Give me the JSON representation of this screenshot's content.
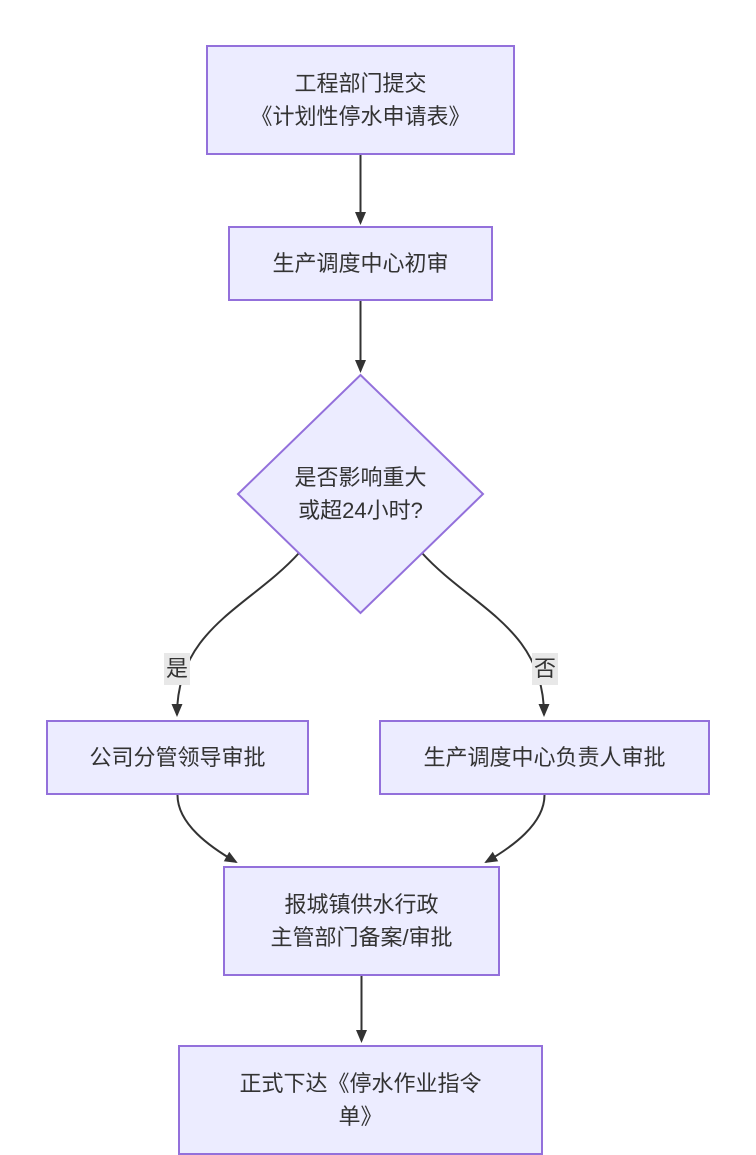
{
  "flowchart": {
    "colors": {
      "node_fill": "#ECECFF",
      "node_border": "#9370DB",
      "edge": "#333333",
      "text": "#333333",
      "label_bg": "#e8e8e8",
      "background": "#ffffff"
    },
    "nodes": {
      "submit": {
        "line1": "工程部门提交",
        "line2": "《计划性停水申请表》"
      },
      "initial_review": {
        "line1": "生产调度中心初审"
      },
      "decision": {
        "line1": "是否影响重大",
        "line2": "或超24小时?"
      },
      "leader_approval": {
        "line1": "公司分管领导审批"
      },
      "center_head_approval": {
        "line1": "生产调度中心负责人审批"
      },
      "report_authority": {
        "line1": "报城镇供水行政",
        "line2": "主管部门备案/审批"
      },
      "issue_order": {
        "line1": "正式下达《停水作业指令",
        "line2": "单》"
      }
    },
    "edge_labels": {
      "yes": "是",
      "no": "否"
    }
  }
}
